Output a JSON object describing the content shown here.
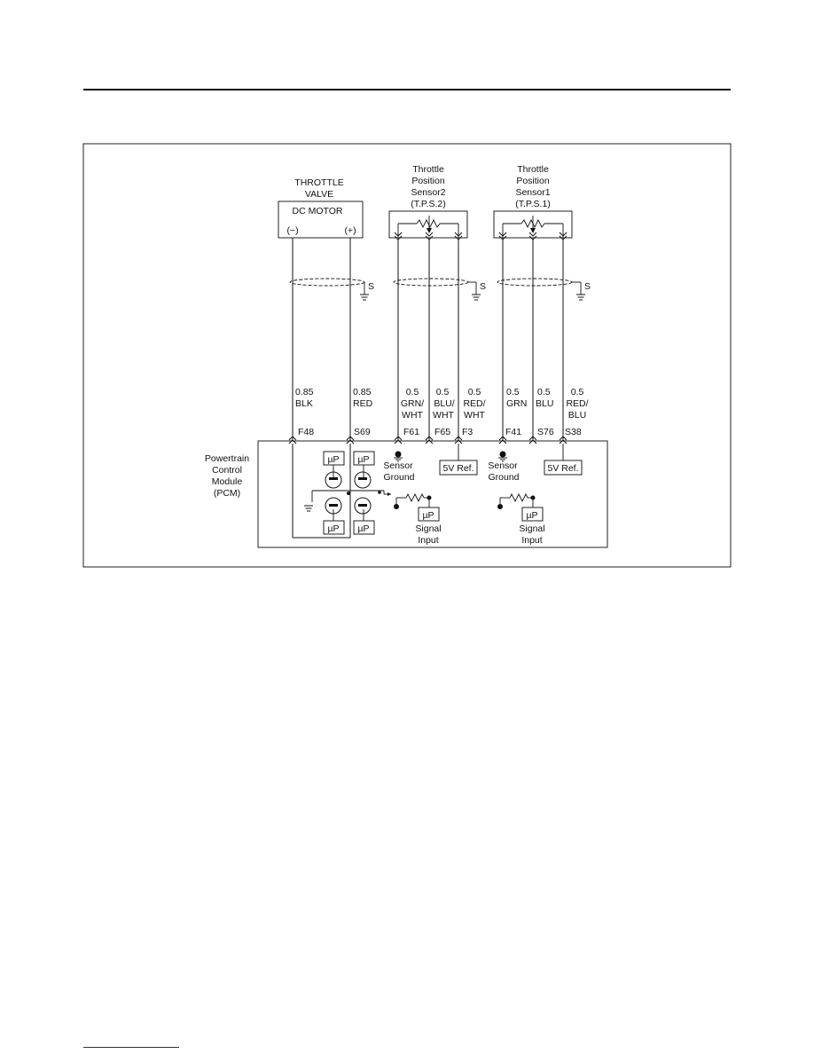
{
  "components": {
    "throttle_valve": {
      "title_line1": "THROTTLE",
      "title_line2": "VALVE",
      "motor_label": "DC MOTOR",
      "neg_pin": "(−)",
      "pos_pin": "(+)"
    },
    "tps2": {
      "line1": "Throttle",
      "line2": "Position",
      "line3": "Sensor2",
      "line4": "(T.P.S.2)"
    },
    "tps1": {
      "line1": "Throttle",
      "line2": "Position",
      "line3": "Sensor1",
      "line4": "(T.P.S.1)"
    },
    "shield_label": "S",
    "pcm": {
      "line1": "Powertrain",
      "line2": "Control",
      "line3": "Module",
      "line4": "(PCM)"
    }
  },
  "wires": [
    {
      "size": "0.85",
      "color1": "BLK",
      "color2": "",
      "pin": "F48"
    },
    {
      "size": "0.85",
      "color1": "RED",
      "color2": "",
      "pin": "S69"
    },
    {
      "size": "0.5",
      "color1": "GRN/",
      "color2": "WHT",
      "pin": "F61"
    },
    {
      "size": "0.5",
      "color1": "BLU/",
      "color2": "WHT",
      "pin": "F65"
    },
    {
      "size": "0.5",
      "color1": "RED/",
      "color2": "WHT",
      "pin": "F3"
    },
    {
      "size": "0.5",
      "color1": "GRN",
      "color2": "",
      "pin": "F41"
    },
    {
      "size": "0.5",
      "color1": "BLU",
      "color2": "",
      "pin": "S76"
    },
    {
      "size": "0.5",
      "color1": "RED/",
      "color2": "BLU",
      "pin": "S38"
    }
  ],
  "internals": {
    "micro_label": "µP",
    "ref_label": "5V Ref.",
    "ground_line1": "Sensor",
    "ground_line2": "Ground",
    "signal_line1": "Signal",
    "signal_line2": "Input"
  }
}
